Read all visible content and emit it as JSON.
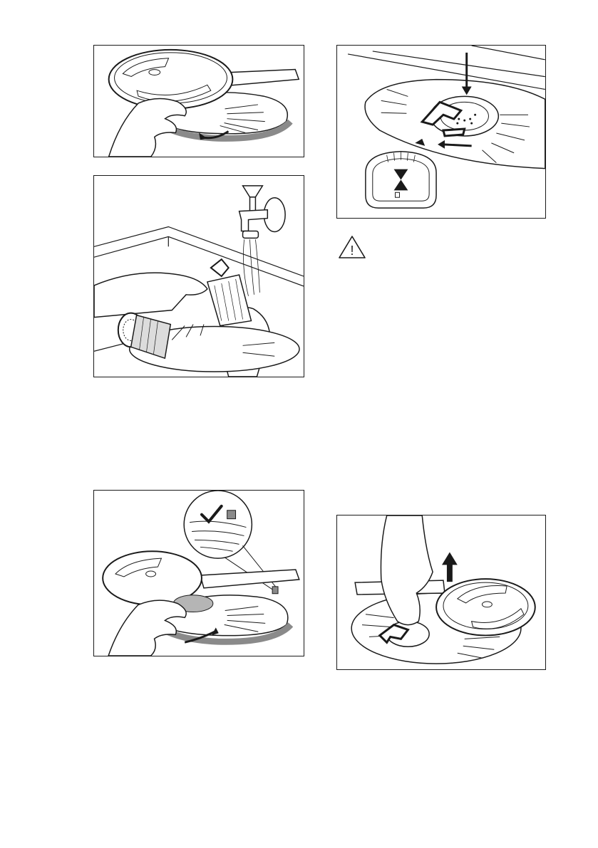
{
  "figures": [
    {
      "id": "fig1",
      "name": "illustration-remove-flat-filter"
    },
    {
      "id": "fig2",
      "name": "illustration-rinse-filters-under-tap"
    },
    {
      "id": "fig3",
      "name": "illustration-refit-flat-filter"
    },
    {
      "id": "fig4",
      "name": "illustration-lock-coarse-filter"
    },
    {
      "id": "fig5",
      "name": "illustration-lift-filter-assembly"
    }
  ],
  "warning": {
    "icon": "warning-triangle-icon",
    "mark": "!"
  },
  "colors": {
    "line": "#1a1a1a",
    "shade": "#b5b5b5",
    "light": "#e6e6e6",
    "dark": "#555555"
  }
}
